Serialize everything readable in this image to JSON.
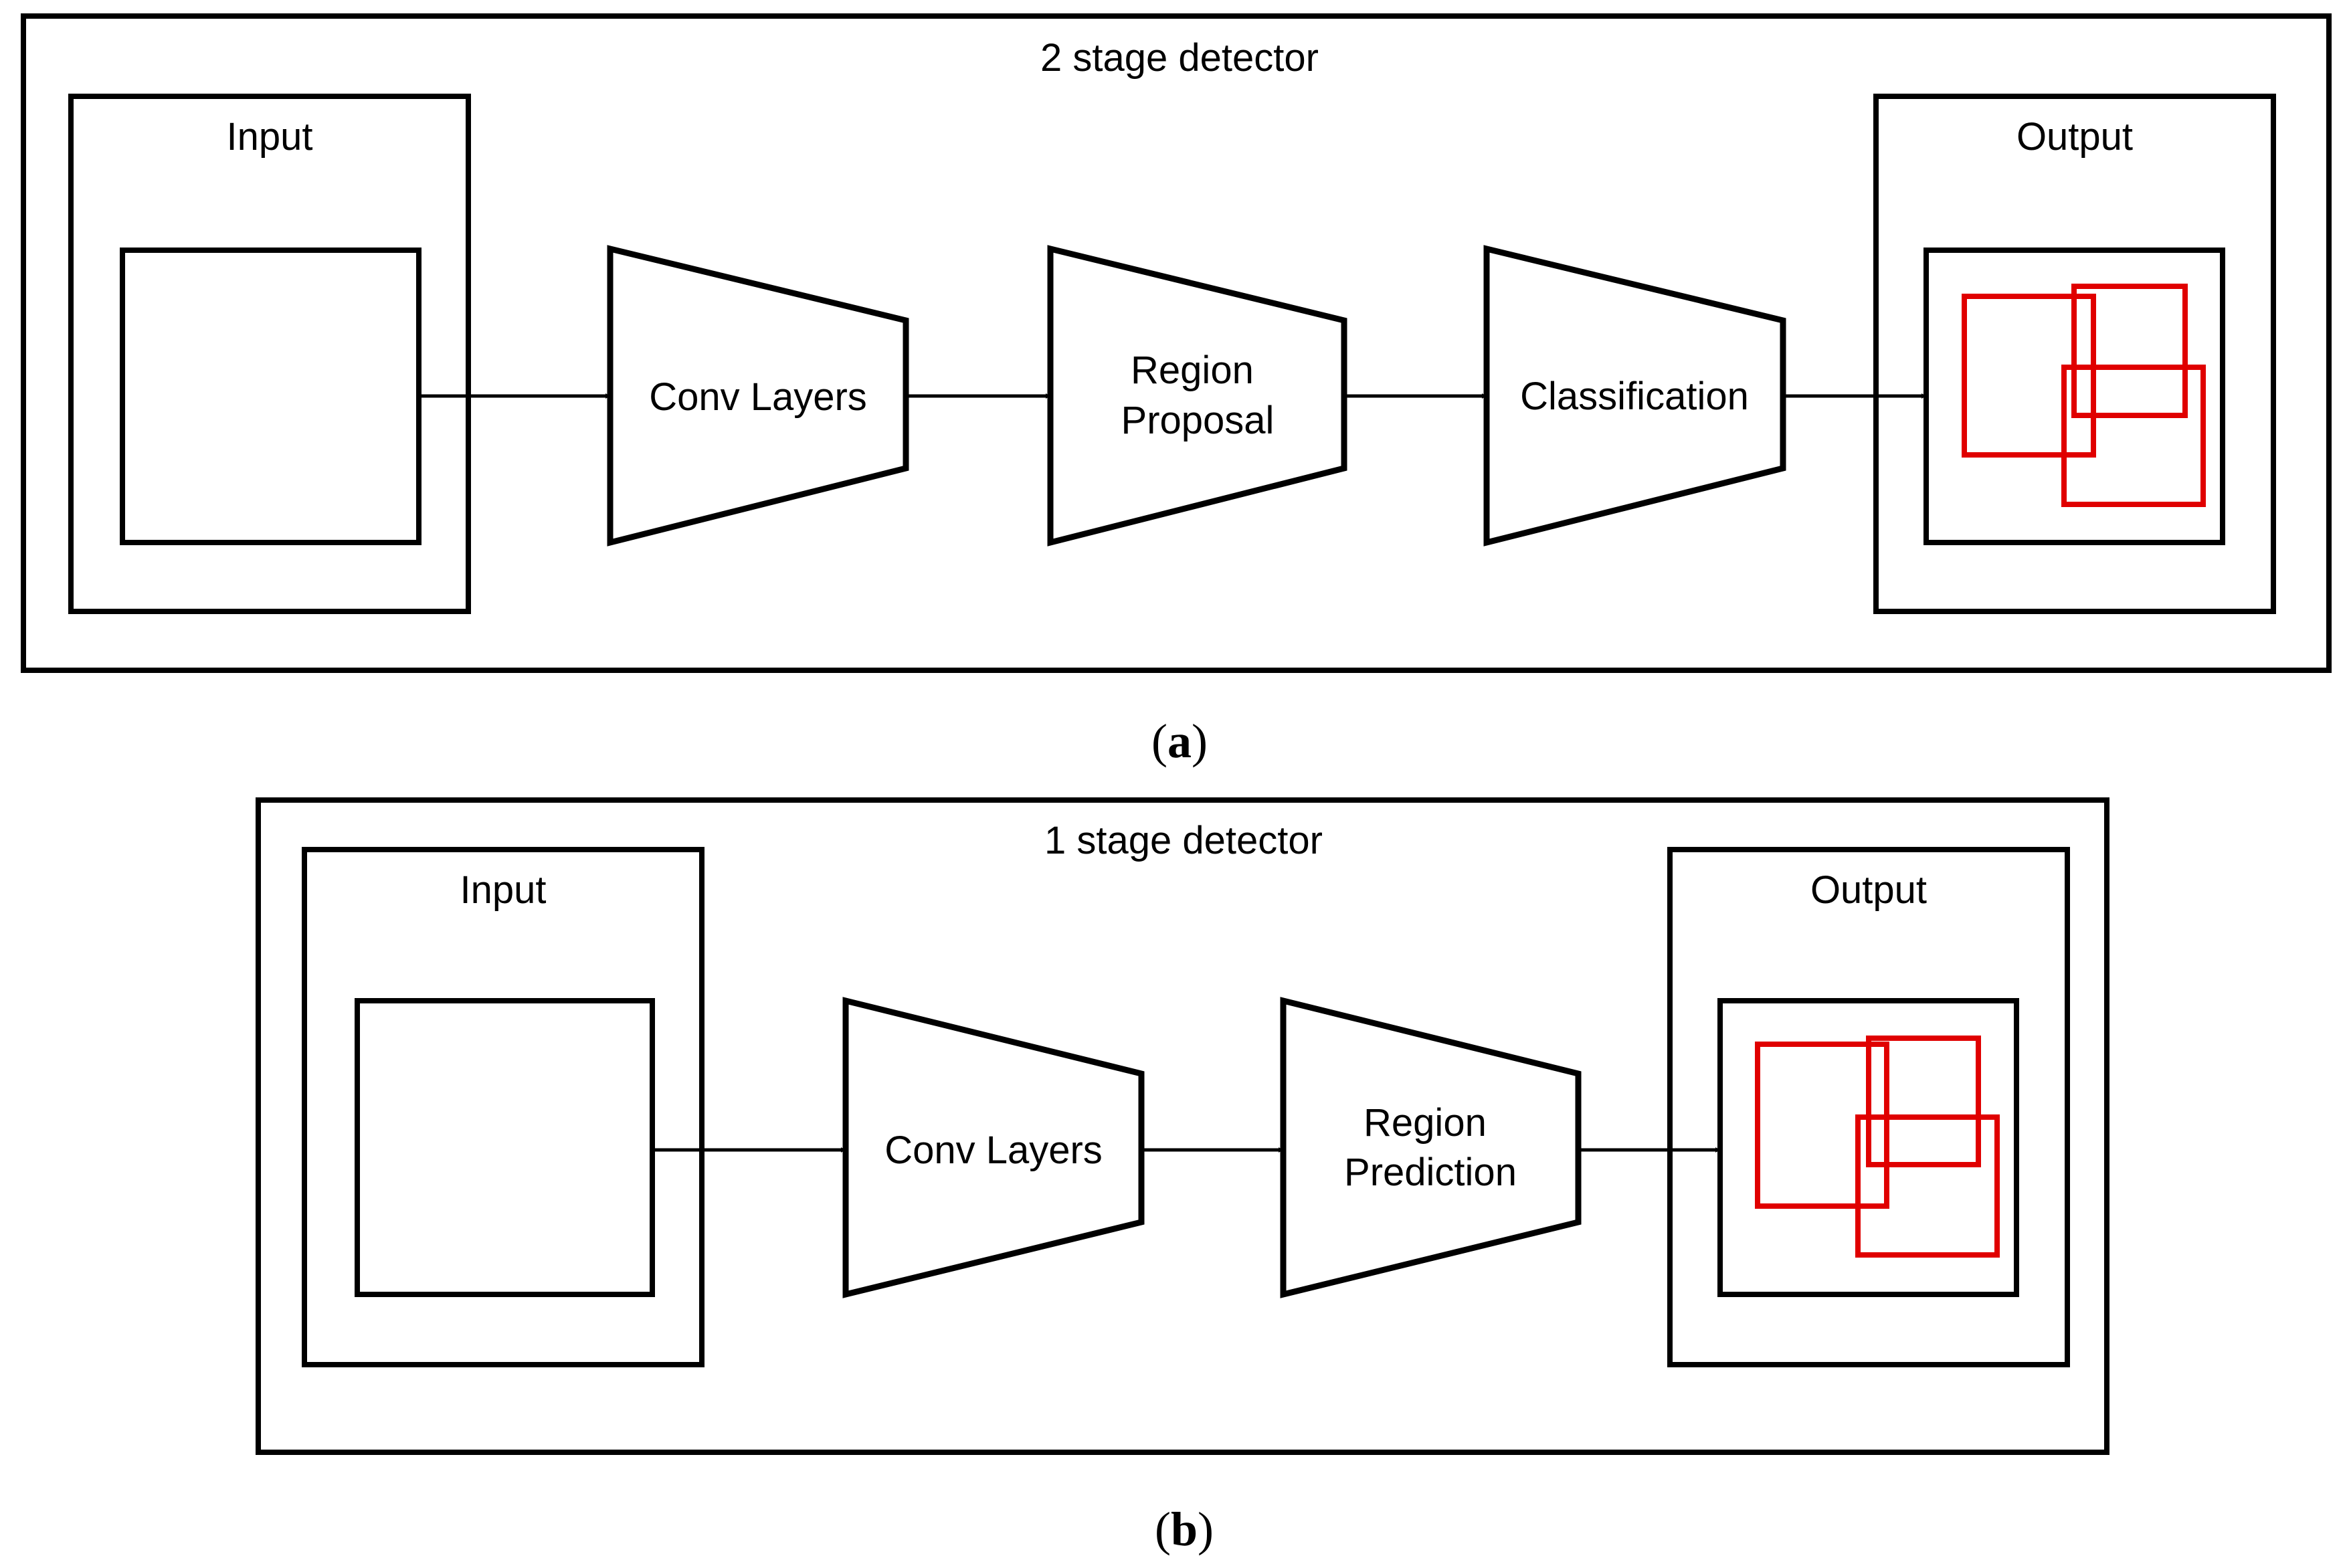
{
  "colors": {
    "line": "#000000",
    "detection_box": "#e00000",
    "background": "#ffffff"
  },
  "panel_a": {
    "title": "2 stage detector",
    "input_label": "Input",
    "output_label": "Output",
    "stages": [
      {
        "lines": [
          "Conv Layers"
        ]
      },
      {
        "lines": [
          "Region",
          "Proposal"
        ]
      },
      {
        "lines": [
          "Classification"
        ]
      }
    ],
    "caption": {
      "open": "(",
      "letter": "a",
      "close": ")"
    }
  },
  "panel_b": {
    "title": "1 stage detector",
    "input_label": "Input",
    "output_label": "Output",
    "stages": [
      {
        "lines": [
          "Conv Layers"
        ]
      },
      {
        "lines": [
          "Region",
          "Prediction"
        ]
      }
    ],
    "caption": {
      "open": "(",
      "letter": "b",
      "close": ")"
    }
  }
}
